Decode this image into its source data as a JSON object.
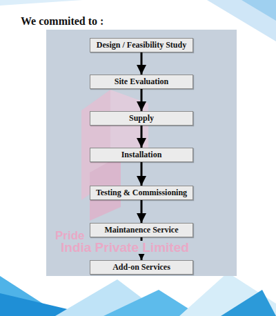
{
  "diagram": {
    "title": "We commited to  :",
    "nodes": [
      {
        "text": [
          "Design / Feasibility Study"
        ]
      },
      {
        "text": [
          "Site Evaluation"
        ]
      },
      {
        "text": [
          "Supply"
        ]
      },
      {
        "text": [
          "Installation"
        ]
      },
      {
        "text": [
          "Testing & Commissioning"
        ]
      },
      {
        "text": [
          "Maintanence Service"
        ]
      },
      {
        "text": [
          "Add-on Services"
        ]
      }
    ],
    "edges": [
      {
        "from": 0,
        "to": 1,
        "arrow": "to"
      },
      {
        "from": 1,
        "to": 2,
        "arrow": "to"
      },
      {
        "from": 2,
        "to": 3,
        "arrow": "to"
      },
      {
        "from": 3,
        "to": 4,
        "arrow": "to"
      },
      {
        "from": 4,
        "to": 5,
        "arrow": "to"
      },
      {
        "from": 5,
        "to": 6,
        "arrow": "to"
      }
    ],
    "labels": [
      "Pride",
      "India Private Limited"
    ]
  }
}
